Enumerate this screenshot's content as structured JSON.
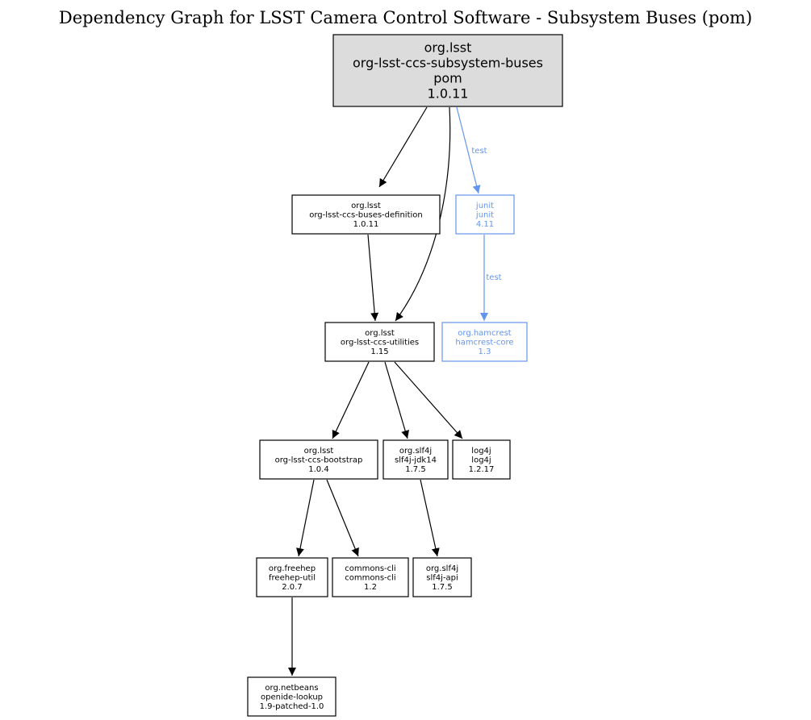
{
  "title": "Dependency Graph for LSST Camera Control Software - Subsystem Buses (pom)",
  "colors": {
    "root_fill": "#dcdcdc",
    "normal": "#000000",
    "test": "#6495ed"
  },
  "nodes": [
    {
      "id": "root",
      "lines": [
        "org.lsst",
        "org-lsst-ccs-subsystem-buses",
        "pom",
        "1.0.11"
      ],
      "style": "root"
    },
    {
      "id": "buses-definition",
      "lines": [
        "org.lsst",
        "org-lsst-ccs-buses-definition",
        "1.0.11"
      ],
      "style": "normal"
    },
    {
      "id": "junit",
      "lines": [
        "junit",
        "junit",
        "4.11"
      ],
      "style": "test"
    },
    {
      "id": "utilities",
      "lines": [
        "org.lsst",
        "org-lsst-ccs-utilities",
        "1.15"
      ],
      "style": "normal"
    },
    {
      "id": "hamcrest",
      "lines": [
        "org.hamcrest",
        "hamcrest-core",
        "1.3"
      ],
      "style": "test"
    },
    {
      "id": "bootstrap",
      "lines": [
        "org.lsst",
        "org-lsst-ccs-bootstrap",
        "1.0.4"
      ],
      "style": "normal"
    },
    {
      "id": "slf4j-jdk14",
      "lines": [
        "org.slf4j",
        "slf4j-jdk14",
        "1.7.5"
      ],
      "style": "normal"
    },
    {
      "id": "log4j",
      "lines": [
        "log4j",
        "log4j",
        "1.2.17"
      ],
      "style": "normal"
    },
    {
      "id": "freehep-util",
      "lines": [
        "org.freehep",
        "freehep-util",
        "2.0.7"
      ],
      "style": "normal"
    },
    {
      "id": "commons-cli",
      "lines": [
        "commons-cli",
        "commons-cli",
        "1.2"
      ],
      "style": "normal"
    },
    {
      "id": "slf4j-api",
      "lines": [
        "org.slf4j",
        "slf4j-api",
        "1.7.5"
      ],
      "style": "normal"
    },
    {
      "id": "openide-lookup",
      "lines": [
        "org.netbeans",
        "openide-lookup",
        "1.9-patched-1.0"
      ],
      "style": "normal"
    }
  ],
  "edges": [
    {
      "from": "root",
      "to": "buses-definition",
      "style": "normal",
      "label": ""
    },
    {
      "from": "root",
      "to": "utilities",
      "style": "normal",
      "label": ""
    },
    {
      "from": "root",
      "to": "junit",
      "style": "test",
      "label": "test"
    },
    {
      "from": "buses-definition",
      "to": "utilities",
      "style": "normal",
      "label": ""
    },
    {
      "from": "junit",
      "to": "hamcrest",
      "style": "test",
      "label": "test"
    },
    {
      "from": "utilities",
      "to": "bootstrap",
      "style": "normal",
      "label": ""
    },
    {
      "from": "utilities",
      "to": "slf4j-jdk14",
      "style": "normal",
      "label": ""
    },
    {
      "from": "utilities",
      "to": "log4j",
      "style": "normal",
      "label": ""
    },
    {
      "from": "bootstrap",
      "to": "freehep-util",
      "style": "normal",
      "label": ""
    },
    {
      "from": "bootstrap",
      "to": "commons-cli",
      "style": "normal",
      "label": ""
    },
    {
      "from": "slf4j-jdk14",
      "to": "slf4j-api",
      "style": "normal",
      "label": ""
    },
    {
      "from": "freehep-util",
      "to": "openide-lookup",
      "style": "normal",
      "label": ""
    }
  ]
}
